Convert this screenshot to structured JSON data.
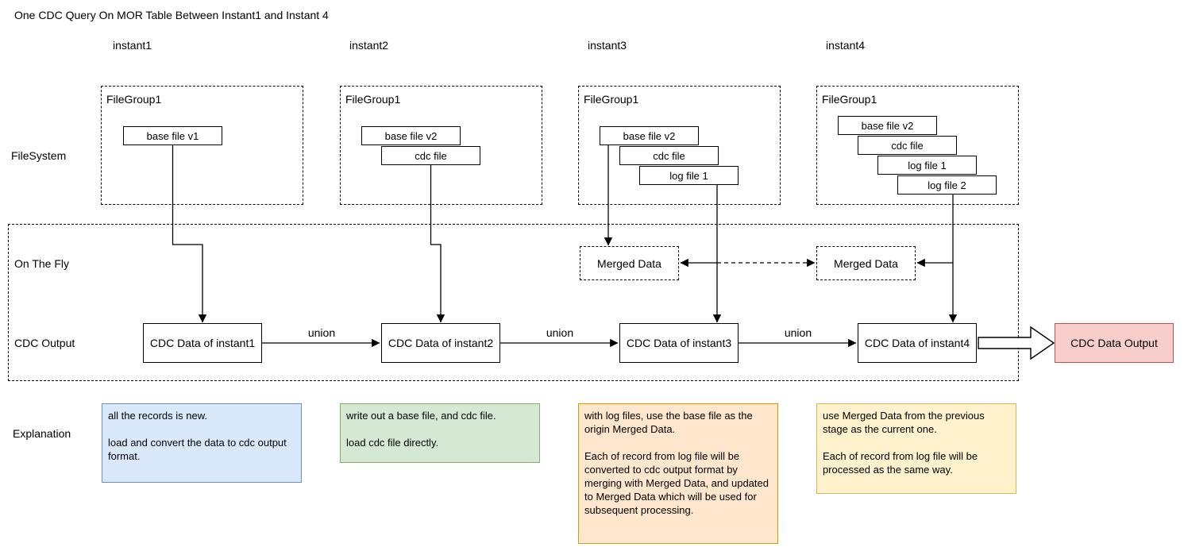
{
  "title": "One CDC Query On MOR Table Between Instant1 and Instant 4",
  "row_labels": {
    "filesystem": "FileSystem",
    "on_the_fly": "On The Fly",
    "cdc_output": "CDC Output",
    "explanation": "Explanation"
  },
  "union_label": "union",
  "output_box_label": "CDC Data Output",
  "columns": [
    {
      "instant_label": "instant1",
      "filegroup_label": "FileGroup1",
      "files": [
        "base file v1"
      ],
      "cdc_label": "CDC Data of instant1",
      "explanation": "all the records is new.\n\nload and convert the data to cdc output format."
    },
    {
      "instant_label": "instant2",
      "filegroup_label": "FileGroup1",
      "files": [
        "base file v2",
        "cdc file"
      ],
      "cdc_label": "CDC Data of instant2",
      "explanation": "write out a base file, and cdc file.\n\nload cdc file directly."
    },
    {
      "instant_label": "instant3",
      "filegroup_label": "FileGroup1",
      "files": [
        "base file v2",
        "cdc file",
        "log file 1"
      ],
      "merged_label": "Merged Data",
      "cdc_label": "CDC Data of instant3",
      "explanation": "with log files, use the base file as the origin Merged Data.\n\nEach of record from log file will be converted to cdc output format by merging with Merged Data, and updated to Merged Data which will be used for subsequent processing."
    },
    {
      "instant_label": "instant4",
      "filegroup_label": "FileGroup1",
      "files": [
        "base file v2",
        "cdc file",
        "log file 1",
        "log file 2"
      ],
      "merged_label": "Merged Data",
      "cdc_label": "CDC Data of instant4",
      "explanation": "use Merged Data from the previous stage as the current one.\n\nEach of record from log file will be processed as the same way."
    }
  ],
  "colors": {
    "explanation_fills": [
      "#dae8fc",
      "#d5e8d4",
      "#ffe6cc",
      "#fff2cc"
    ],
    "explanation_borders": [
      "#6c8ebf",
      "#82b366",
      "#d79b00",
      "#d6b656"
    ],
    "output_fill": "#f8cecc",
    "output_border": "#b85450"
  }
}
